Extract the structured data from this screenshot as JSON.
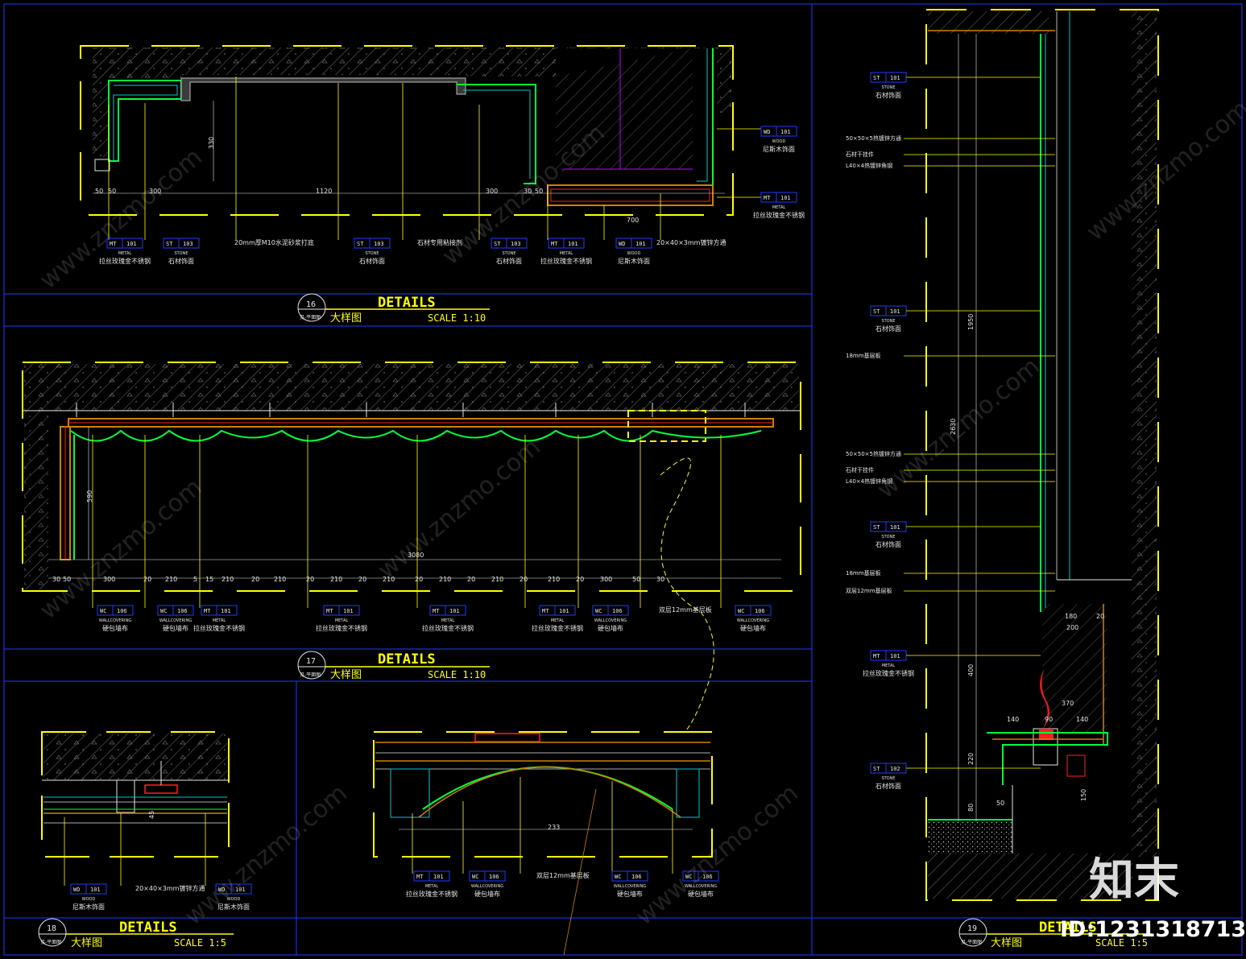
{
  "details": [
    {
      "num": "16",
      "ref": "见-平面图",
      "title": "DETAILS",
      "subtitle": "大样图",
      "scale": "SCALE 1:10"
    },
    {
      "num": "17",
      "ref": "见-平面图",
      "title": "DETAILS",
      "subtitle": "大样图",
      "scale": "SCALE 1:10"
    },
    {
      "num": "18",
      "ref": "见-平面图",
      "title": "DETAILS",
      "subtitle": "大样图",
      "scale": "SCALE 1:5"
    },
    {
      "num": "19",
      "ref": "见-平面图",
      "title": "DETAILS",
      "subtitle": "大样图",
      "scale": "SCALE 1:5"
    }
  ],
  "d16": {
    "dims": [
      "50",
      "50",
      "300",
      "1120",
      "300",
      "30",
      "50",
      "700",
      "330"
    ],
    "tags": [
      {
        "code": "MT",
        "num": "101",
        "cat": "METAL",
        "desc": "拉丝玫瑰金不锈钢"
      },
      {
        "code": "ST",
        "num": "103",
        "cat": "STONE",
        "desc": "石材饰面"
      },
      {
        "code": "",
        "num": "",
        "cat": "",
        "desc": "20mm厚M10水泥砂浆打底"
      },
      {
        "code": "ST",
        "num": "103",
        "cat": "STONE",
        "desc": "石材饰面"
      },
      {
        "code": "",
        "num": "",
        "cat": "",
        "desc": "石材专用粘接剂"
      },
      {
        "code": "ST",
        "num": "103",
        "cat": "STONE",
        "desc": "石材饰面"
      },
      {
        "code": "MT",
        "num": "101",
        "cat": "METAL",
        "desc": "拉丝玫瑰金不锈钢"
      },
      {
        "code": "WD",
        "num": "101",
        "cat": "WOOD",
        "desc": "尼斯木饰面"
      },
      {
        "code": "",
        "num": "",
        "cat": "",
        "desc": "20×40×3mm镀锌方通"
      }
    ],
    "right_tags": [
      {
        "code": "WD",
        "num": "101",
        "cat": "WOOD",
        "desc": "尼斯木饰面"
      },
      {
        "code": "MT",
        "num": "101",
        "cat": "METAL",
        "desc": "拉丝玫瑰金不锈钢"
      }
    ]
  },
  "d17": {
    "dims": [
      "30",
      "50",
      "300",
      "20",
      "210",
      "5",
      "15",
      "210",
      "20",
      "210",
      "20",
      "210",
      "20",
      "210",
      "20",
      "210",
      "20",
      "210",
      "20",
      "210",
      "20",
      "300",
      "50",
      "30"
    ],
    "total": "3080",
    "height": "590",
    "tags": [
      {
        "code": "WC",
        "num": "106",
        "cat": "WALLCOVERING",
        "desc": "硬包墙布"
      },
      {
        "code": "WC",
        "num": "106",
        "cat": "WALLCOVERING",
        "desc": "硬包墙布"
      },
      {
        "code": "MT",
        "num": "101",
        "cat": "METAL",
        "desc": "拉丝玫瑰金不锈钢"
      },
      {
        "code": "MT",
        "num": "101",
        "cat": "METAL",
        "desc": "拉丝玫瑰金不锈钢"
      },
      {
        "code": "MT",
        "num": "101",
        "cat": "METAL",
        "desc": "拉丝玫瑰金不锈钢"
      },
      {
        "code": "MT",
        "num": "101",
        "cat": "METAL",
        "desc": "拉丝玫瑰金不锈钢"
      },
      {
        "code": "WC",
        "num": "106",
        "cat": "WALLCOVERING",
        "desc": "硬包墙布"
      },
      {
        "code": "",
        "num": "",
        "cat": "",
        "desc": "双层12mm基层板"
      },
      {
        "code": "WC",
        "num": "106",
        "cat": "WALLCOVERING",
        "desc": "硬包墙布"
      }
    ]
  },
  "d18": {
    "tags": [
      {
        "code": "WD",
        "num": "101",
        "cat": "WOOD",
        "desc": "尼斯木饰面"
      },
      {
        "code": "",
        "num": "",
        "cat": "",
        "desc": "20×40×3mm镀锌方通"
      },
      {
        "code": "WD",
        "num": "101",
        "cat": "WOOD",
        "desc": "尼斯木饰面"
      }
    ],
    "dim": "45"
  },
  "d18b": {
    "dim": "233",
    "tags": [
      {
        "code": "MT",
        "num": "101",
        "cat": "METAL",
        "desc": "拉丝玫瑰金不锈钢"
      },
      {
        "code": "WC",
        "num": "106",
        "cat": "WALLCOVERING",
        "desc": "硬包墙布"
      },
      {
        "code": "",
        "num": "",
        "cat": "",
        "desc": "双层12mm基层板"
      },
      {
        "code": "WC",
        "num": "106",
        "cat": "WALLCOVERING",
        "desc": "硬包墙布"
      },
      {
        "code": "WC",
        "num": "106",
        "cat": "WALLCOVERING",
        "desc": "硬包墙布"
      }
    ]
  },
  "d19": {
    "tags": [
      {
        "code": "ST",
        "num": "101",
        "cat": "STONE",
        "desc": "石材饰面"
      },
      {
        "code": "",
        "num": "",
        "cat": "",
        "desc": "50×50×5热镀锌方通"
      },
      {
        "code": "",
        "num": "",
        "cat": "",
        "desc": "石材干挂件"
      },
      {
        "code": "",
        "num": "",
        "cat": "",
        "desc": "L40×4热镀锌角钢"
      },
      {
        "code": "ST",
        "num": "101",
        "cat": "STONE",
        "desc": "石材饰面"
      },
      {
        "code": "",
        "num": "",
        "cat": "",
        "desc": "18mm基层板"
      },
      {
        "code": "",
        "num": "",
        "cat": "",
        "desc": "50×50×5热镀锌方通"
      },
      {
        "code": "",
        "num": "",
        "cat": "",
        "desc": "石材干挂件"
      },
      {
        "code": "",
        "num": "",
        "cat": "",
        "desc": "L40×4热镀锌角钢"
      },
      {
        "code": "ST",
        "num": "101",
        "cat": "STONE",
        "desc": "石材饰面"
      },
      {
        "code": "",
        "num": "",
        "cat": "",
        "desc": "18mm基层板"
      },
      {
        "code": "",
        "num": "",
        "cat": "",
        "desc": "双层12mm基层板"
      },
      {
        "code": "MT",
        "num": "101",
        "cat": "METAL",
        "desc": "拉丝玫瑰金不锈钢"
      },
      {
        "code": "ST",
        "num": "102",
        "cat": "STONE",
        "desc": "石材饰面"
      }
    ],
    "dims": [
      "1950",
      "2630",
      "400",
      "220",
      "80",
      "50",
      "180",
      "20",
      "200",
      "370",
      "140",
      "90",
      "140",
      "150"
    ]
  },
  "watermark": "www.znzmo.com",
  "brand": "知末",
  "id_text": "ID:1231318713",
  "colors": {
    "yellow": "#ffff00",
    "blue": "#1e3cff",
    "green": "#00ff3c",
    "cyan": "#00c8c8",
    "red": "#ff2020",
    "magenta": "#c000ff",
    "white": "#e6e6e6",
    "grey": "#7a7a7a",
    "orange": "#d08000"
  }
}
